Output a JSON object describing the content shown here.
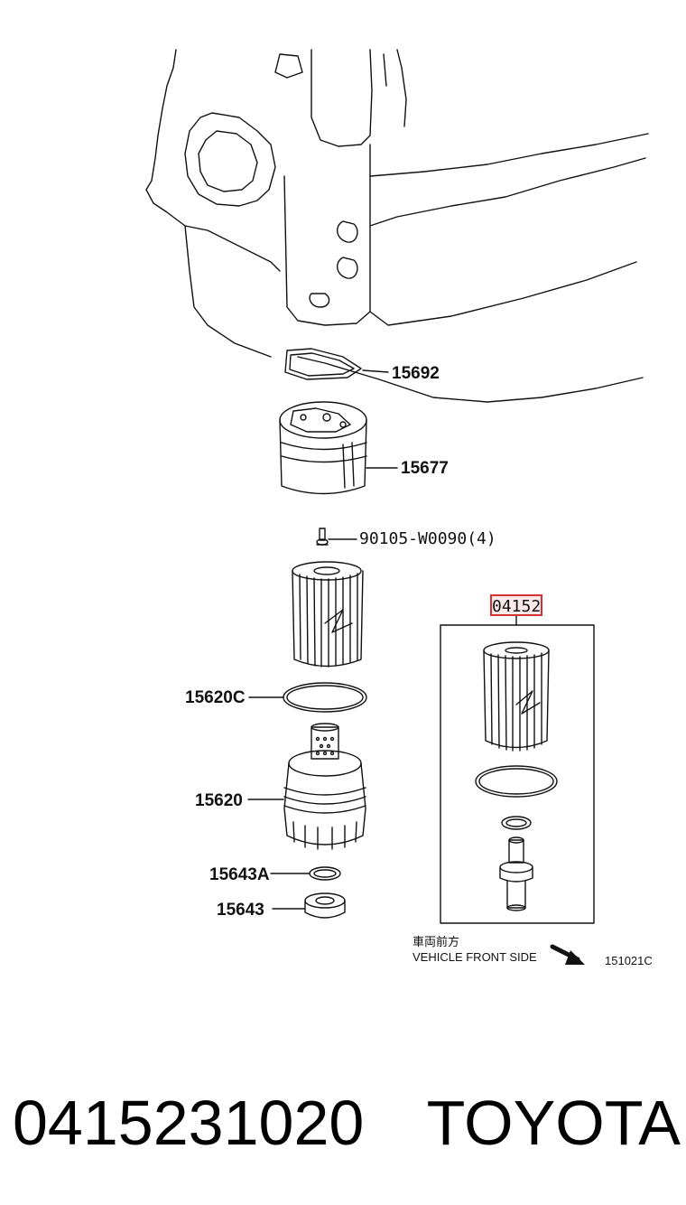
{
  "labels": {
    "p15692": "15692",
    "p15677": "15677",
    "p90105": "90105-W0090(4)",
    "p15620c": "15620C",
    "p15620": "15620",
    "p15643a": "15643A",
    "p15643": "15643",
    "kit": "04152",
    "direction_jp": "車両前方",
    "direction_en": "VEHICLE FRONT SIDE",
    "diagram_code": "151021C"
  },
  "caption": {
    "part_number": "0415231020",
    "brand": "TOYOTA"
  },
  "colors": {
    "line": "#111111",
    "highlight": "#d33333"
  }
}
